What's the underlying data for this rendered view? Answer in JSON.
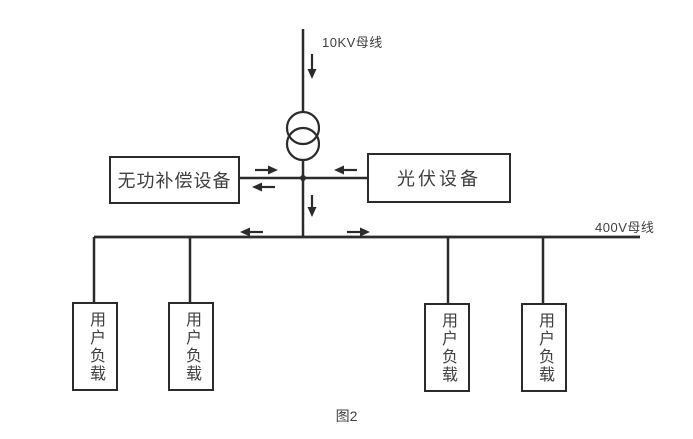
{
  "labels": {
    "top_bus": "10KV母线",
    "bottom_bus": "400V母线",
    "caption": "图2"
  },
  "equipment": {
    "compensation": "无功补偿设备",
    "pv": "光伏设备"
  },
  "loads": [
    {
      "label": "用户负载"
    },
    {
      "label": "用户负载"
    },
    {
      "label": "用户负载"
    },
    {
      "label": "用户负载"
    }
  ],
  "icons": {
    "transformer": "two-overlapping-circles",
    "flow_arrows": [
      {
        "id": "incoming-10kv",
        "direction": "down"
      },
      {
        "id": "compensation-to-junction",
        "direction": "right"
      },
      {
        "id": "junction-to-compensation",
        "direction": "left"
      },
      {
        "id": "pv-to-junction",
        "direction": "left"
      },
      {
        "id": "junction-to-400v-bus",
        "direction": "down"
      },
      {
        "id": "bus-flow-left",
        "direction": "left"
      },
      {
        "id": "bus-flow-right",
        "direction": "right"
      }
    ]
  },
  "colors": {
    "line": "#2b2b2b",
    "text": "#3f3f3f",
    "background": "#ffffff"
  }
}
